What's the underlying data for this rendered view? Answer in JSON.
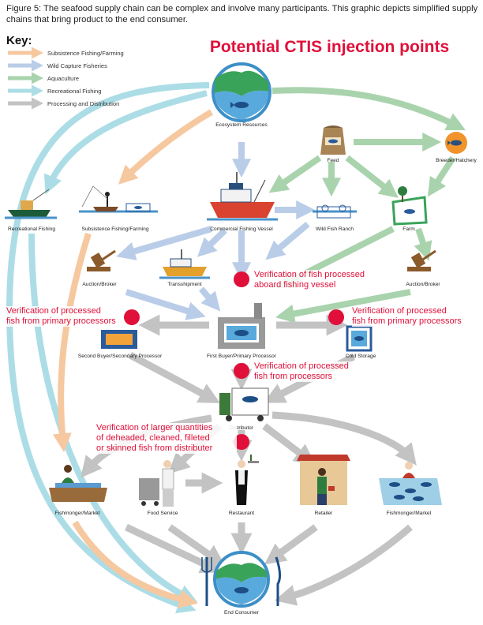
{
  "caption": "Figure 5: The seafood supply chain can be complex and involve many participants. This graphic depicts simplified supply chains that bring product to the end consumer.",
  "key": {
    "title": "Key:",
    "items": [
      {
        "label": "Subsistence Fishing/Farming",
        "color": "#f6c8a0"
      },
      {
        "label": "Wild Capture Fisheries",
        "color": "#b9cde8"
      },
      {
        "label": "Aquaculture",
        "color": "#a9d3ad"
      },
      {
        "label": "Recreational Fishing",
        "color": "#acdde6"
      },
      {
        "label": "Processing and Distribution",
        "color": "#c3c3c3"
      }
    ]
  },
  "title": "Potential CTIS injection points",
  "nodes": {
    "ecosystem": "Ecosystem Resources",
    "feed": "Feed",
    "breeder": "Breeder/Hatchery",
    "recreational": "Recreational Fishing",
    "subsistence": "Subsistence Fishing/Farming",
    "commercial": "Commercial Fishing Vessel",
    "wild_ranch": "Wild Fish Ranch",
    "farm": "Farm",
    "auction_left": "Auction/Broker",
    "transshipment": "Transshipment",
    "auction_right": "Auction/Broker",
    "second_buyer": "Second Buyer/Secondary Processor",
    "first_buyer": "First Buyer/Primary Processor",
    "cold_storage": "Cold Storage",
    "distributor": "Distributor",
    "fishmonger_left": "Fishmonger/Market",
    "food_service": "Food Service",
    "restaurant": "Restaurant",
    "retailer": "Retailer",
    "fishmonger_right": "Fishmonger/Market",
    "end_consumer": "End Consumer"
  },
  "injection_points": [
    {
      "label_lines": [
        "Verification of fish processed",
        "aboard fishing vessel"
      ]
    },
    {
      "label_lines": [
        "Verification of processed",
        "fish from primary processors"
      ]
    },
    {
      "label_lines": [
        "Verification of processed",
        "fish from primary processors"
      ]
    },
    {
      "label_lines": [
        "Verification of processed",
        "fish from processors"
      ]
    },
    {
      "label_lines": [
        "Verification of larger quantities",
        "of deheaded, cleaned, filleted",
        "or skinned fish from distributer"
      ]
    }
  ],
  "colors": {
    "accent": "#e0103a",
    "subsistence": "#f6c8a0",
    "wild_capture": "#b9cde8",
    "aquaculture": "#a9d3ad",
    "recreational": "#acdde6",
    "processing": "#c3c3c3"
  }
}
